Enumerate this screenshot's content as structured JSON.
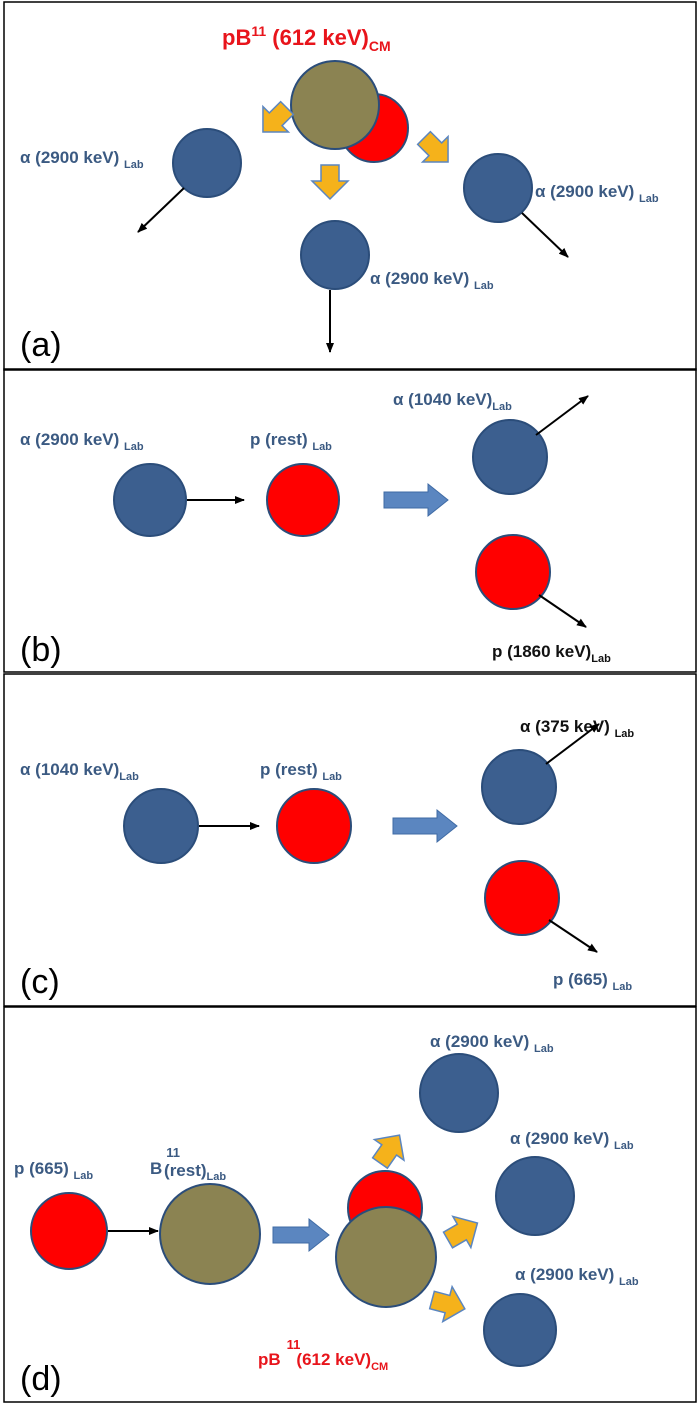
{
  "colors": {
    "alpha": "#3c5f8f",
    "alpha_stroke": "#2b4d7a",
    "proton": "#ff0000",
    "boron": "#8b8352",
    "yellow_arrow": "#f5b21b",
    "blue_arrow": "#5b86c0",
    "label_blue": "#3b5a82",
    "label_red": "#e8141b"
  },
  "panel_a": {
    "letter": "(a)",
    "title_main": "pB",
    "title_sup": "11",
    "title_energy": " (612 keV)",
    "title_sub": "CM",
    "alpha_left": {
      "main": "α (2900 keV) ",
      "sub": "Lab"
    },
    "alpha_right": {
      "main": "α (2900 keV) ",
      "sub": "Lab"
    },
    "alpha_bottom": {
      "main": "α (2900 keV) ",
      "sub": "Lab"
    }
  },
  "panel_b": {
    "letter": "(b)",
    "incoming_alpha": {
      "main": "α (2900 keV) ",
      "sub": "Lab"
    },
    "target_p": {
      "main": "p (rest) ",
      "sub": "Lab"
    },
    "out_alpha": {
      "main": "α (1040 keV)",
      "sub": "Lab"
    },
    "out_p": {
      "main": "p (1860 keV)",
      "sub": "Lab"
    }
  },
  "panel_c": {
    "letter": "(c)",
    "incoming_alpha": {
      "main": "α (1040 keV)",
      "sub": "Lab"
    },
    "target_p": {
      "main": "p (rest) ",
      "sub": "Lab"
    },
    "out_alpha": {
      "main": "α (375 keV) ",
      "sub": "Lab"
    },
    "out_p": {
      "main": "p (665) ",
      "sub": "Lab"
    }
  },
  "panel_d": {
    "letter": "(d)",
    "incoming_p": {
      "main": "p (665) ",
      "sub": "Lab"
    },
    "target_b": {
      "main": "B",
      "sup": "11",
      "rest": "(rest)",
      "sub": "Lab"
    },
    "compound": {
      "main": "pB",
      "sup": "11",
      "energy": "(612 keV)",
      "sub": "CM"
    },
    "alpha_top": {
      "main": "α (2900 keV) ",
      "sub": "Lab"
    },
    "alpha_mid": {
      "main": "α (2900 keV) ",
      "sub": "Lab"
    },
    "alpha_bot": {
      "main": "α (2900 keV) ",
      "sub": "Lab"
    }
  }
}
